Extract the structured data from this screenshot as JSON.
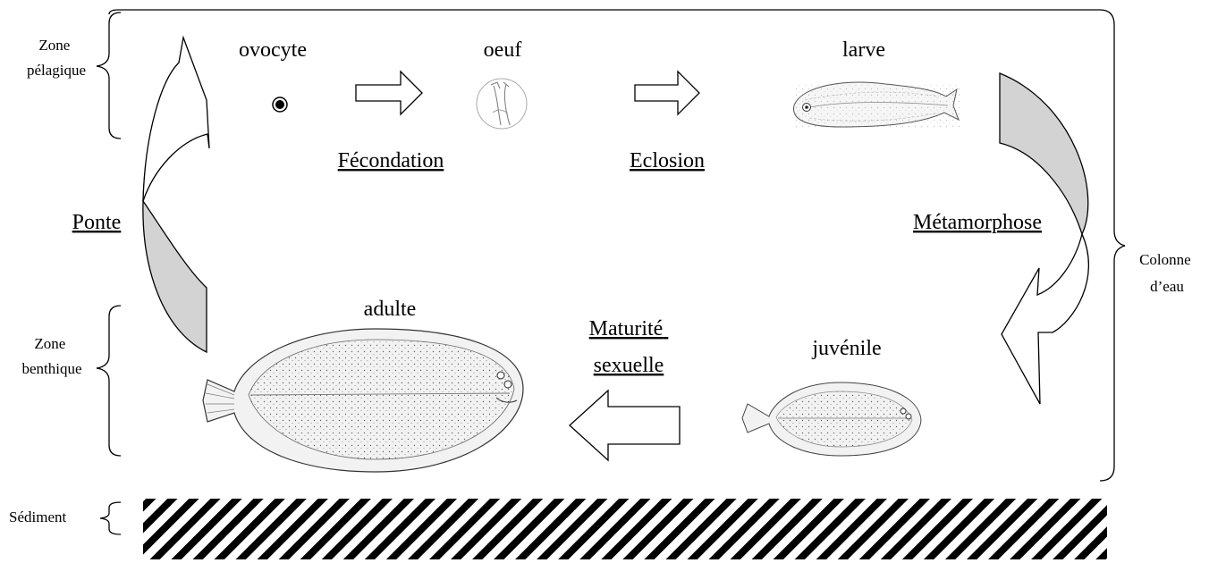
{
  "stages": {
    "ovocyte": "ovocyte",
    "oeuf": "oeuf",
    "larve": "larve",
    "juvenile": "juvénile",
    "adulte": "adulte"
  },
  "processes": {
    "fecondation": "Fécondation",
    "eclosion": "Eclosion",
    "metamorphose": "Métamorphose",
    "maturite_line1": "Maturité",
    "maturite_line2": "sexuelle",
    "ponte": "Ponte"
  },
  "zones": {
    "pelagique_line1": "Zone",
    "pelagique_line2": "pélagique",
    "benthique_line1": "Zone",
    "benthique_line2": "benthique",
    "colonne_line1": "Colonne",
    "colonne_line2": "d’eau",
    "sediment": "Sédiment"
  },
  "colors": {
    "line": "#000000",
    "arrow_fill": "#ffffff",
    "shade": "#d3d3d3",
    "fish_fill": "#f4f4f4",
    "sediment_stripe": "#000000"
  }
}
